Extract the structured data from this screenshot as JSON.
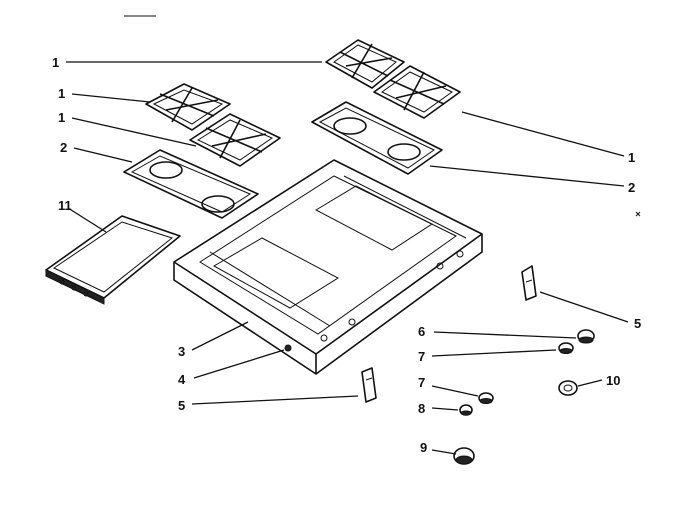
{
  "diagram": {
    "callouts": [
      {
        "id": "c1a",
        "text": "1"
      },
      {
        "id": "c1b",
        "text": "1"
      },
      {
        "id": "c1c",
        "text": "1"
      },
      {
        "id": "c1d",
        "text": "1"
      },
      {
        "id": "c2a",
        "text": "2"
      },
      {
        "id": "c2b",
        "text": "2"
      },
      {
        "id": "c11",
        "text": "11"
      },
      {
        "id": "c3",
        "text": "3"
      },
      {
        "id": "c4",
        "text": "4"
      },
      {
        "id": "c5a",
        "text": "5"
      },
      {
        "id": "c5b",
        "text": "5"
      },
      {
        "id": "c6",
        "text": "6"
      },
      {
        "id": "c7a",
        "text": "7"
      },
      {
        "id": "c7b",
        "text": "7"
      },
      {
        "id": "c8",
        "text": "8"
      },
      {
        "id": "c9",
        "text": "9"
      },
      {
        "id": "c10",
        "text": "10"
      }
    ]
  }
}
